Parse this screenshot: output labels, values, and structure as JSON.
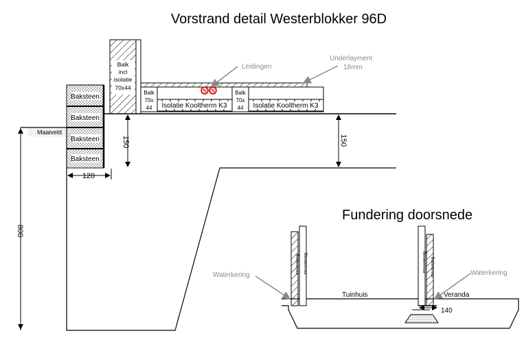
{
  "title": "Vorstrand detail Westerblokker 96D",
  "section_title": "Fundering doorsnede",
  "labels": {
    "baksteen": "Baksteen",
    "maaiveld": "Maaiveld",
    "balk_line1": "Balk",
    "balk_line2": "incl",
    "balk_line3": "isolatie",
    "balk_line4": "70x44",
    "small_balk_line1": "Balk",
    "small_balk_line2": "70x",
    "small_balk_line3": "44",
    "isolatie": "Isolatie Kooltherm  K3",
    "leidingen": "Leidingen",
    "underlayment_line1": "Underlayment",
    "underlayment_line2": "18mm",
    "waterkering": "Waterkering",
    "tuinhuis": "Tuinhuis",
    "veranda": "Veranda",
    "binnenmuur": "Binnenmuur",
    "buitenmuur": "Buitenmuur"
  },
  "dimensions": {
    "brick_width": "120",
    "gap_left": "150",
    "gap_right": "150",
    "depth": "800",
    "foundation_gap": "140"
  },
  "colors": {
    "line": "#000000",
    "grey_text": "#8a8a8a"
  }
}
